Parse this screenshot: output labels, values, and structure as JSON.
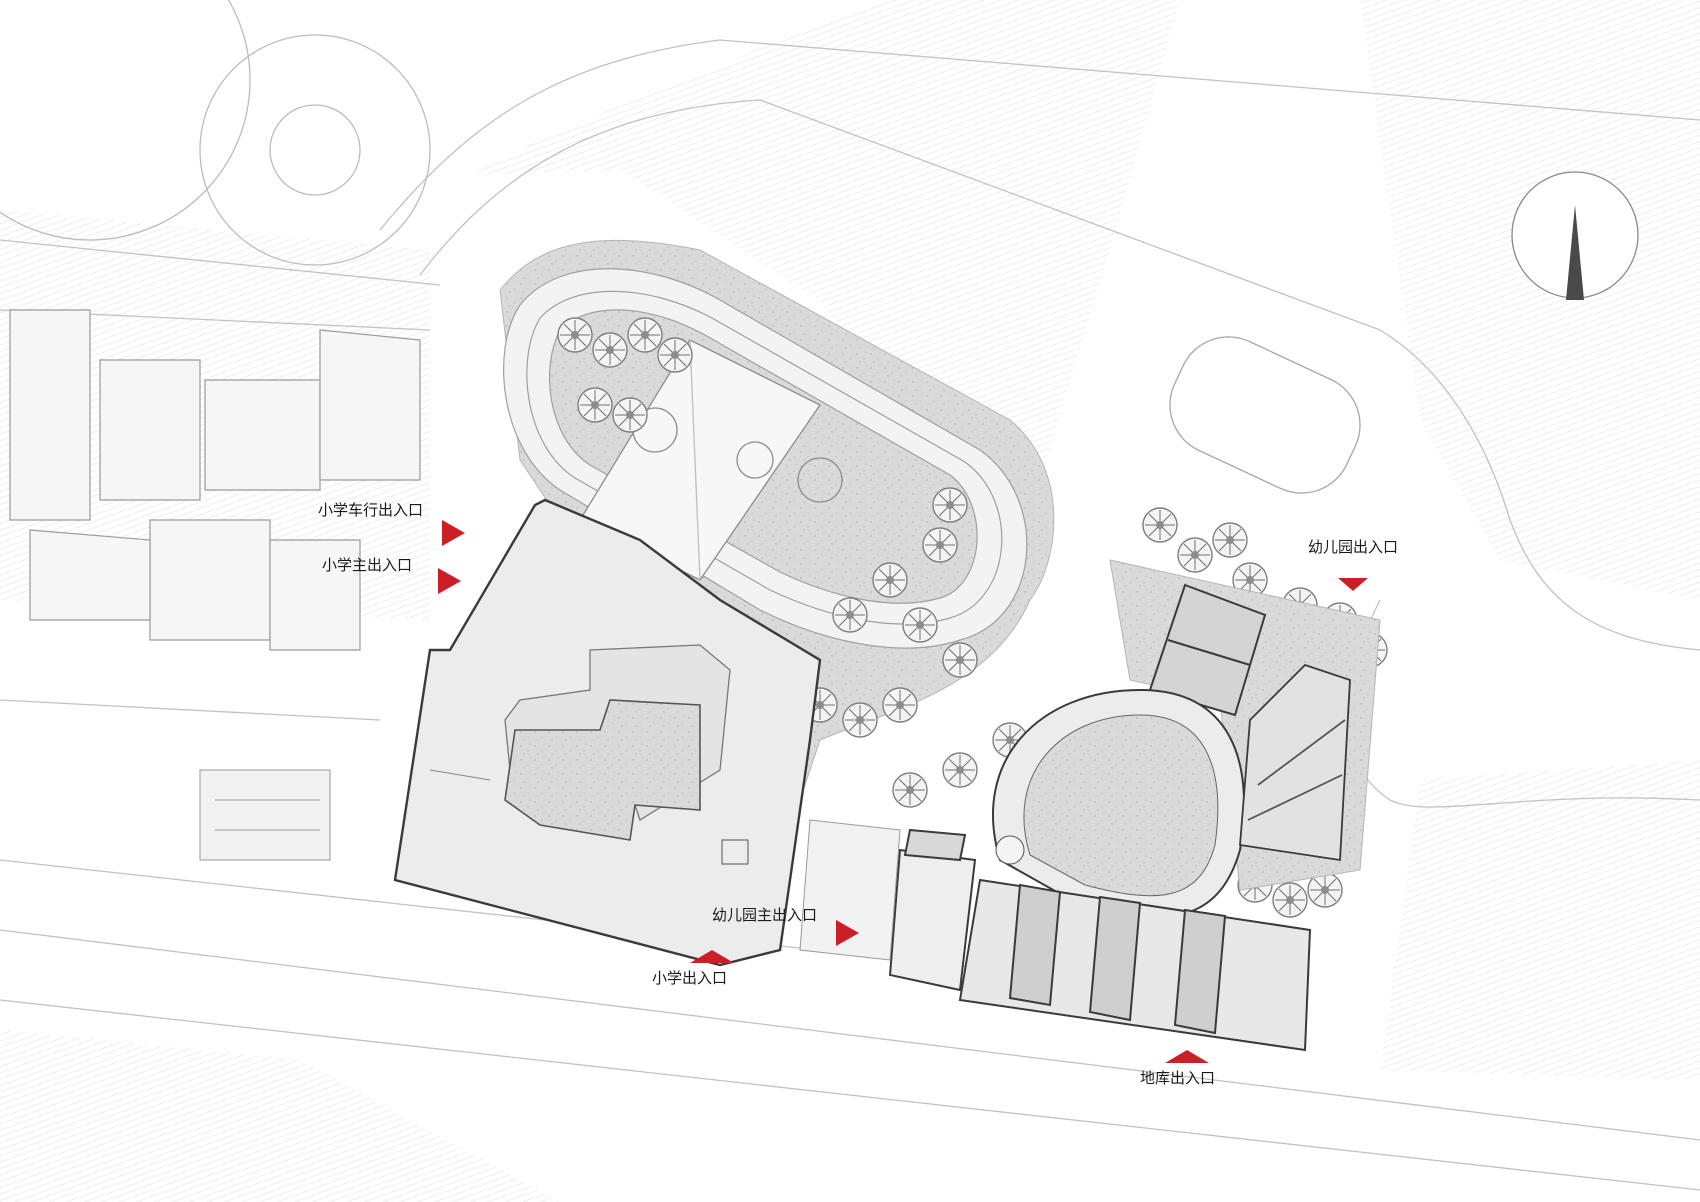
{
  "labels": {
    "primary_vehicle_entrance": "小学车行出入口",
    "primary_main_entrance": "小学主出入口",
    "kindergarten_entrance": "幼儿园出入口",
    "kindergarten_main_entrance": "幼儿园主出入口",
    "primary_school_entrance": "小学出入口",
    "basement_entrance": "地库出入口"
  },
  "colors": {
    "marker": "#cc1f25",
    "building_fill": "#ececec",
    "building_stroke": "#3a3a3a",
    "green_fill": "#d6d6d6",
    "tree": "#8a8a8a",
    "road_line": "#bcbcbc",
    "hatch": "#dcdcdc"
  },
  "icons": {
    "north_arrow": "north-arrow-icon",
    "entrance_marker": "triangle-marker-icon",
    "tree": "tree-icon"
  }
}
